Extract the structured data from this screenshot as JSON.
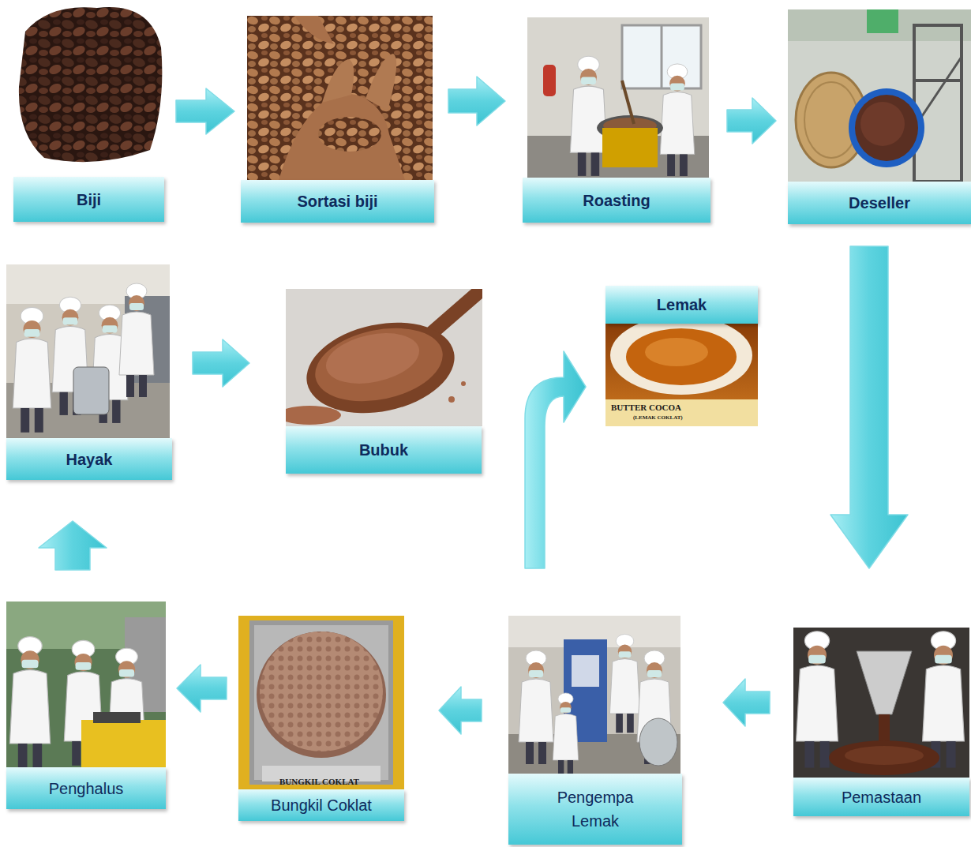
{
  "diagram": {
    "nodes": [
      {
        "text": [
          "Biji"
        ]
      },
      {
        "text": [
          "Sortasi biji"
        ]
      },
      {
        "text": [
          "Roasting"
        ]
      },
      {
        "text": [
          "Deseller"
        ]
      },
      {
        "text": [
          "Pemastaan"
        ]
      },
      {
        "text": [
          "Pengempa Lemak"
        ]
      },
      {
        "text": [
          "Bungkil Coklat"
        ]
      },
      {
        "text": [
          "Penghalus"
        ]
      },
      {
        "text": [
          "Hayak"
        ]
      },
      {
        "text": [
          "Bubuk"
        ]
      },
      {
        "text": [
          "Lemak"
        ]
      }
    ],
    "edges": [
      {
        "from": 0,
        "to": 1,
        "arrow": "to"
      },
      {
        "from": 1,
        "to": 2,
        "arrow": "to"
      },
      {
        "from": 2,
        "to": 3,
        "arrow": "to"
      },
      {
        "from": 3,
        "to": 4,
        "arrow": "to"
      },
      {
        "from": 4,
        "to": 5,
        "arrow": "to"
      },
      {
        "from": 5,
        "to": 6,
        "arrow": "to"
      },
      {
        "from": 6,
        "to": 7,
        "arrow": "to"
      },
      {
        "from": 7,
        "to": 8,
        "arrow": "to"
      },
      {
        "from": 8,
        "to": 9,
        "arrow": "to"
      },
      {
        "from": 5,
        "to": 10,
        "arrow": "to"
      }
    ],
    "labels": [
      "BUTTER COCOA",
      "(LEMAK COKLAT)",
      "BUNGKIL COKLAT"
    ]
  }
}
